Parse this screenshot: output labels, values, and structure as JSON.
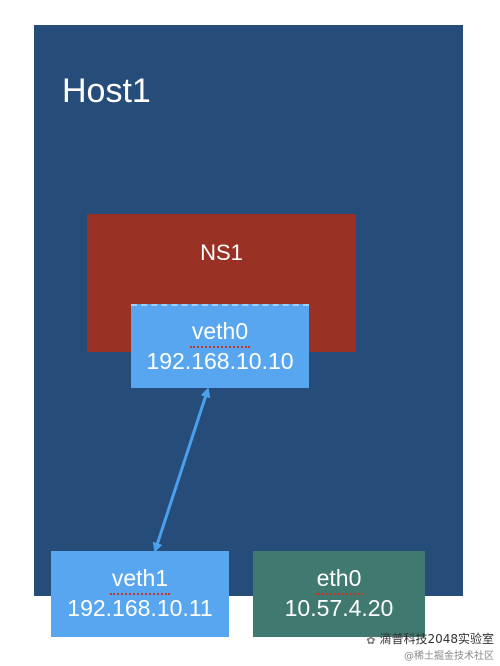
{
  "host": {
    "label": "Host1",
    "color": "#264d79"
  },
  "namespace": {
    "label": "NS1",
    "color": "#9a3125"
  },
  "interfaces": {
    "veth0": {
      "name": "veth0",
      "ip": "192.168.10.10",
      "color": "#58a6ef"
    },
    "veth1": {
      "name": "veth1",
      "ip": "192.168.10.11",
      "color": "#58a6ef"
    },
    "eth0": {
      "name": "eth0",
      "ip": "10.57.4.20",
      "color": "#3f7970"
    }
  },
  "link": {
    "color": "#4aa0ec",
    "style": "double-arrow"
  },
  "watermark": {
    "line1": "滴普科技2048实验室",
    "line2": "@稀土掘金技术社区",
    "icon": "wechat-icon"
  }
}
